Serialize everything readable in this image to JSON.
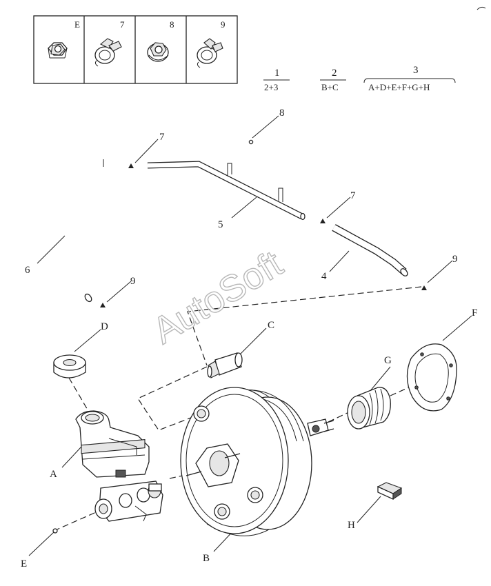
{
  "legend": {
    "cells": [
      {
        "label": "E",
        "icon": "hex-nut-icon"
      },
      {
        "label": "7",
        "icon": "hose-clamp-icon"
      },
      {
        "label": "8",
        "icon": "flange-nut-icon"
      },
      {
        "label": "9",
        "icon": "hose-clamp-icon"
      }
    ]
  },
  "groups": [
    {
      "number": "1",
      "members": "2+3"
    },
    {
      "number": "2",
      "members": "B+C"
    },
    {
      "number": "3",
      "members": "A+D+E+F+G+H"
    }
  ],
  "callouts": {
    "c8": "8",
    "c7_top": "7",
    "c7_right": "7",
    "c5": "5",
    "c6": "6",
    "c9_left": "9",
    "c9_right": "9",
    "c4": "4",
    "cD": "D",
    "cC": "C",
    "cF": "F",
    "cG": "G",
    "cA": "A",
    "cB": "B",
    "cE": "E",
    "cH": "H"
  },
  "watermark": "AutoSoft"
}
